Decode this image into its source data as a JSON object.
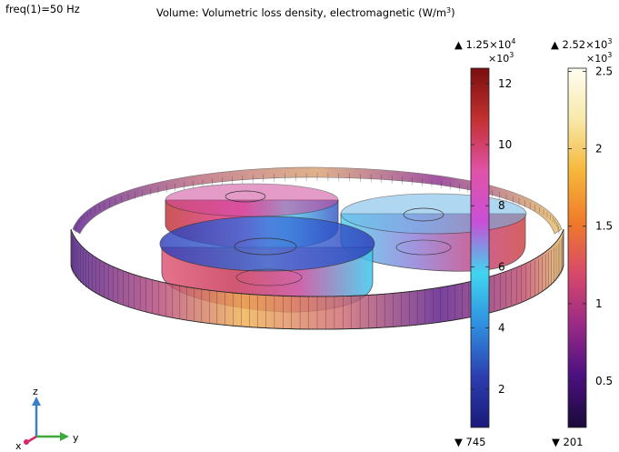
{
  "plot": {
    "freq_label": "freq(1)=50 Hz",
    "title_prefix": "Volume: Volumetric loss density, electromagnetic (W/m",
    "title_sup": "3",
    "title_suffix": ")"
  },
  "colorbar_left": {
    "max_mantissa": "1.25×10",
    "max_exp": "4",
    "multiplier_base": "×10",
    "multiplier_exp": "3",
    "min_label": "745",
    "ticks": [
      "12",
      "10",
      "8",
      "6",
      "4",
      "2"
    ],
    "tick_values": [
      12,
      10,
      8,
      6,
      4,
      2
    ],
    "range": [
      0.745,
      12.5
    ],
    "colormap": "rainbow-light",
    "colors": [
      "#1a1a7a",
      "#2c3fb0",
      "#2f8fe0",
      "#3fd6ef",
      "#c84fd6",
      "#e053a8",
      "#c43030",
      "#7a0e0e"
    ]
  },
  "colorbar_right": {
    "max_mantissa": "2.52×10",
    "max_exp": "3",
    "multiplier_base": "×10",
    "multiplier_exp": "3",
    "min_label": "201",
    "ticks": [
      "2.5",
      "2",
      "1.5",
      "1",
      "0.5"
    ],
    "tick_values": [
      2.5,
      2,
      1.5,
      1,
      0.5
    ],
    "range": [
      0.201,
      2.52
    ],
    "colormap": "thermal",
    "colors": [
      "#1a0a3a",
      "#4b1080",
      "#9a2a86",
      "#d7496a",
      "#f07a2a",
      "#f6b73a",
      "#f7e9a8",
      "#fffdf2"
    ]
  },
  "axes": {
    "z_label": "z",
    "y_label": "y",
    "x_label": "x",
    "z_color": "#3b7fc4",
    "y_color": "#3fa83a",
    "x_color": "#d6286a"
  }
}
